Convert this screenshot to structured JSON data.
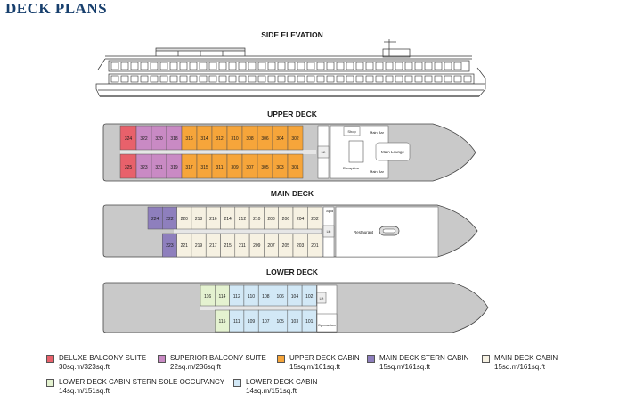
{
  "title": "DECK PLANS",
  "sections": {
    "side": "SIDE ELEVATION",
    "upper": "UPPER DECK",
    "main": "MAIN DECK",
    "lower": "LOWER DECK"
  },
  "colors": {
    "deluxe": "#e8616b",
    "superior": "#c98ac4",
    "upper_cabin": "#f6a53a",
    "main_stern": "#8e7fbd",
    "main_cabin": "#f6f1e2",
    "lower_stern": "#e4f2d0",
    "lower_cabin": "#d2e8f6",
    "hull": "#c9c9c9"
  },
  "upper_deck": {
    "top_row": [
      {
        "num": "324",
        "type": "deluxe"
      },
      {
        "num": "322",
        "type": "superior"
      },
      {
        "num": "320",
        "type": "superior"
      },
      {
        "num": "318",
        "type": "superior"
      },
      {
        "num": "316",
        "type": "upper_cabin"
      },
      {
        "num": "314",
        "type": "upper_cabin"
      },
      {
        "num": "312",
        "type": "upper_cabin"
      },
      {
        "num": "310",
        "type": "upper_cabin"
      },
      {
        "num": "308",
        "type": "upper_cabin"
      },
      {
        "num": "306",
        "type": "upper_cabin"
      },
      {
        "num": "304",
        "type": "upper_cabin"
      },
      {
        "num": "302",
        "type": "upper_cabin"
      }
    ],
    "bottom_row": [
      {
        "num": "325",
        "type": "deluxe"
      },
      {
        "num": "323",
        "type": "superior"
      },
      {
        "num": "321",
        "type": "superior"
      },
      {
        "num": "319",
        "type": "superior"
      },
      {
        "num": "317",
        "type": "upper_cabin"
      },
      {
        "num": "315",
        "type": "upper_cabin"
      },
      {
        "num": "311",
        "type": "upper_cabin"
      },
      {
        "num": "309",
        "type": "upper_cabin"
      },
      {
        "num": "307",
        "type": "upper_cabin"
      },
      {
        "num": "305",
        "type": "upper_cabin"
      },
      {
        "num": "303",
        "type": "upper_cabin"
      },
      {
        "num": "301",
        "type": "upper_cabin"
      }
    ],
    "labels": {
      "shop": "Shop",
      "lift": "Lift",
      "main_bar_top": "Main Bar",
      "main_lounge": "Main Lounge",
      "reception": "Reception",
      "main_bar_bottom": "Main Bar"
    }
  },
  "main_deck": {
    "top_row": [
      {
        "num": "224",
        "type": "main_stern"
      },
      {
        "num": "222",
        "type": "main_stern"
      },
      {
        "num": "220",
        "type": "main_cabin"
      },
      {
        "num": "218",
        "type": "main_cabin"
      },
      {
        "num": "216",
        "type": "main_cabin"
      },
      {
        "num": "214",
        "type": "main_cabin"
      },
      {
        "num": "212",
        "type": "main_cabin"
      },
      {
        "num": "210",
        "type": "main_cabin"
      },
      {
        "num": "208",
        "type": "main_cabin"
      },
      {
        "num": "206",
        "type": "main_cabin"
      },
      {
        "num": "204",
        "type": "main_cabin"
      },
      {
        "num": "202",
        "type": "main_cabin"
      }
    ],
    "bottom_row": [
      {
        "num": "223",
        "type": "main_stern"
      },
      {
        "num": "221",
        "type": "main_cabin"
      },
      {
        "num": "219",
        "type": "main_cabin"
      },
      {
        "num": "217",
        "type": "main_cabin"
      },
      {
        "num": "215",
        "type": "main_cabin"
      },
      {
        "num": "211",
        "type": "main_cabin"
      },
      {
        "num": "209",
        "type": "main_cabin"
      },
      {
        "num": "207",
        "type": "main_cabin"
      },
      {
        "num": "205",
        "type": "main_cabin"
      },
      {
        "num": "203",
        "type": "main_cabin"
      },
      {
        "num": "201",
        "type": "main_cabin"
      }
    ],
    "labels": {
      "spa": "Spa",
      "lift": "Lift",
      "restaurant": "Restaurant"
    }
  },
  "lower_deck": {
    "top_row": [
      {
        "num": "116",
        "type": "lower_stern"
      },
      {
        "num": "114",
        "type": "lower_stern"
      },
      {
        "num": "112",
        "type": "lower_cabin"
      },
      {
        "num": "110",
        "type": "lower_cabin"
      },
      {
        "num": "108",
        "type": "lower_cabin"
      },
      {
        "num": "106",
        "type": "lower_cabin"
      },
      {
        "num": "104",
        "type": "lower_cabin"
      },
      {
        "num": "102",
        "type": "lower_cabin"
      }
    ],
    "bottom_row": [
      {
        "num": "115",
        "type": "lower_stern"
      },
      {
        "num": "111",
        "type": "lower_cabin"
      },
      {
        "num": "109",
        "type": "lower_cabin"
      },
      {
        "num": "107",
        "type": "lower_cabin"
      },
      {
        "num": "105",
        "type": "lower_cabin"
      },
      {
        "num": "103",
        "type": "lower_cabin"
      },
      {
        "num": "101",
        "type": "lower_cabin"
      }
    ],
    "labels": {
      "lift": "Lift",
      "gymnasium": "Gymnasium"
    }
  },
  "legend": [
    {
      "name": "DELUXE BALCONY SUITE",
      "size": "30sq.m/323sq.ft",
      "color": "#e8616b"
    },
    {
      "name": "SUPERIOR BALCONY SUITE",
      "size": "22sq.m/236sq.ft",
      "color": "#c98ac4"
    },
    {
      "name": "UPPER DECK CABIN",
      "size": "15sq.m/161sq.ft",
      "color": "#f6a53a"
    },
    {
      "name": "MAIN DECK STERN CABIN",
      "size": "15sq.m/161sq.ft",
      "color": "#8e7fbd"
    },
    {
      "name": "MAIN DECK CABIN",
      "size": "15sq.m/161sq.ft",
      "color": "#f6f1e2"
    },
    {
      "name": "LOWER DECK CABIN STERN SOLE OCCUPANCY",
      "size": "14sq.m/151sq.ft",
      "color": "#e4f2d0"
    },
    {
      "name": "LOWER DECK CABIN",
      "size": "14sq.m/151sq.ft",
      "color": "#d2e8f6"
    }
  ]
}
